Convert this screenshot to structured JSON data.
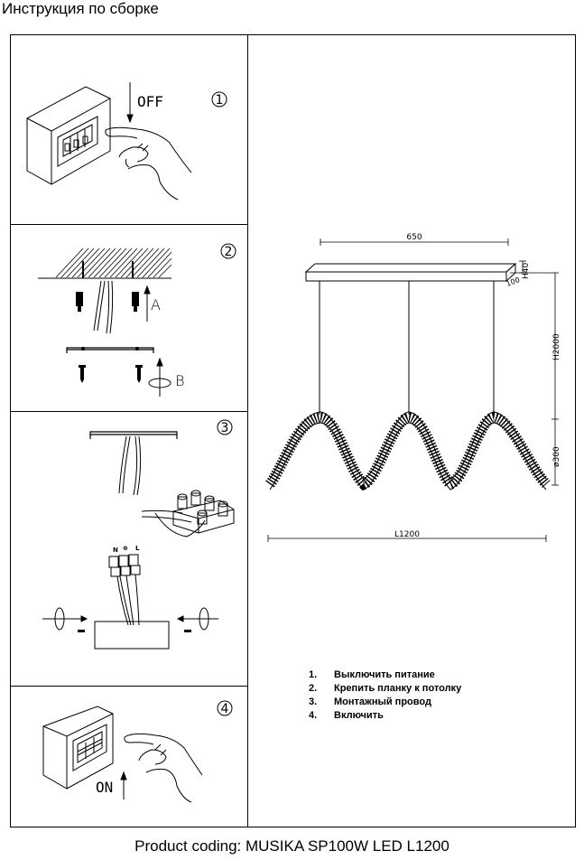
{
  "title": "Инструкция по сборке",
  "steps": [
    {
      "number": "1",
      "label": "OFF",
      "icon": "wall-switch-icon"
    },
    {
      "number": "2",
      "label_a": "A",
      "label_b": "B",
      "icon": "ceiling-mount-icon"
    },
    {
      "number": "3",
      "icon": "wiring-icon"
    },
    {
      "number": "4",
      "label": "ON",
      "icon": "wall-switch-icon"
    }
  ],
  "wire_labels": [
    "N",
    "⊕",
    "L"
  ],
  "dimensions": {
    "width": "650",
    "canopy_height": "H40",
    "canopy_depth": "100",
    "cable": "H2000",
    "diameter": "ø300",
    "length": "L1200"
  },
  "instructions": [
    {
      "n": "1.",
      "text": "Выключить питание"
    },
    {
      "n": "2.",
      "text": "Крепить планку к потолку"
    },
    {
      "n": "3.",
      "text": "Монтажный провод"
    },
    {
      "n": "4.",
      "text": "Включить"
    }
  ],
  "footer": "Product coding: MUSIKA SP100W LED L1200"
}
